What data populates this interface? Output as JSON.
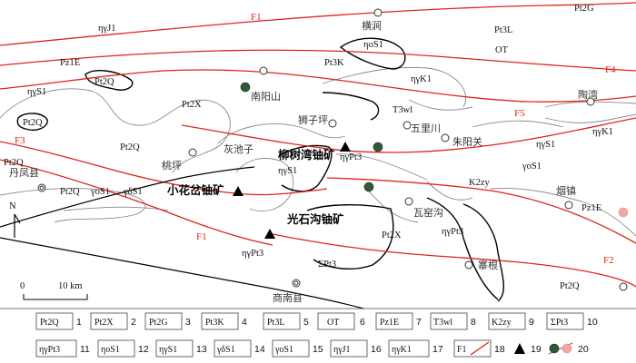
{
  "faults": [
    "F1",
    "F1",
    "F2",
    "F3",
    "F4",
    "F5"
  ],
  "units": [
    "ηγJ1",
    "Pz1E",
    "ηγS1",
    "Pt2Q",
    "Pt2Q",
    "Pt2X",
    "Pt2Q",
    "Pt2Q",
    "ηγS1",
    "γoS1",
    "γδS1",
    "Pt3K",
    "ηoS1",
    "ηγK1",
    "T3wl",
    "ηγPt3",
    "K2zy",
    "ηγPt3",
    "Pt2X",
    "ΣPt3",
    "ηγPt3",
    "Pt2G",
    "Pt3L",
    "OT",
    "ηγK1",
    "ηγS1",
    "γoS1",
    "Pz1E",
    "Pt2Q",
    "Pt2Q"
  ],
  "towns": [
    "横涧",
    "南阳山",
    "狮子坪",
    "灰池子",
    "五里川",
    "朱阳关",
    "陶湾",
    "桃坪",
    "丹凤县",
    "烟镇",
    "瓦窑沟",
    "寨根",
    "商南县"
  ],
  "mines": [
    "柳树湾铀矿",
    "小花岔铀矿",
    "光石沟铀矿"
  ],
  "north_label": "N",
  "scale": {
    "zero": "0",
    "distance": "10 km"
  },
  "legend": {
    "items": [
      {
        "code": "Pt2Q",
        "num": "1"
      },
      {
        "code": "Pt2X",
        "num": "2"
      },
      {
        "code": "Pt2G",
        "num": "3"
      },
      {
        "code": "Pt3K",
        "num": "4"
      },
      {
        "code": "Pt3L",
        "num": "5"
      },
      {
        "code": "OT",
        "num": "6"
      },
      {
        "code": "Pz1E",
        "num": "7"
      },
      {
        "code": "T3wl",
        "num": "8"
      },
      {
        "code": "K2zy",
        "num": "9"
      },
      {
        "code": "ΣPt3",
        "num": "10"
      },
      {
        "code": "ηγPt3",
        "num": "11"
      },
      {
        "code": "ηoS1",
        "num": "12"
      },
      {
        "code": "ηγS1",
        "num": "13"
      },
      {
        "code": "γδS1",
        "num": "14"
      },
      {
        "code": "γoS1",
        "num": "15"
      },
      {
        "code": "ηγJ1",
        "num": "16"
      },
      {
        "code": "ηγK1",
        "num": "17"
      }
    ],
    "fault_symbol": "F1",
    "fault_num": "18",
    "mine_num": "19",
    "dot_num": "20"
  },
  "colors": {
    "fault": "#e0241c",
    "contact": "#888888",
    "dot_dark": "#2f5a32",
    "dot_pink": "#f4a6a4"
  }
}
